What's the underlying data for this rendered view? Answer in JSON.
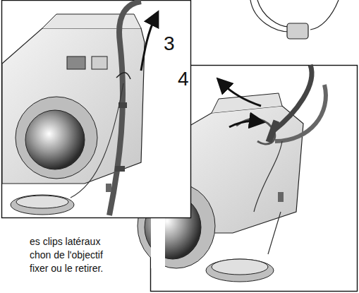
{
  "diagram": {
    "labels": [
      "3",
      "4",
      "es clips latéraux",
      "chon de l'objectif",
      "fixer ou le retirer."
    ]
  }
}
